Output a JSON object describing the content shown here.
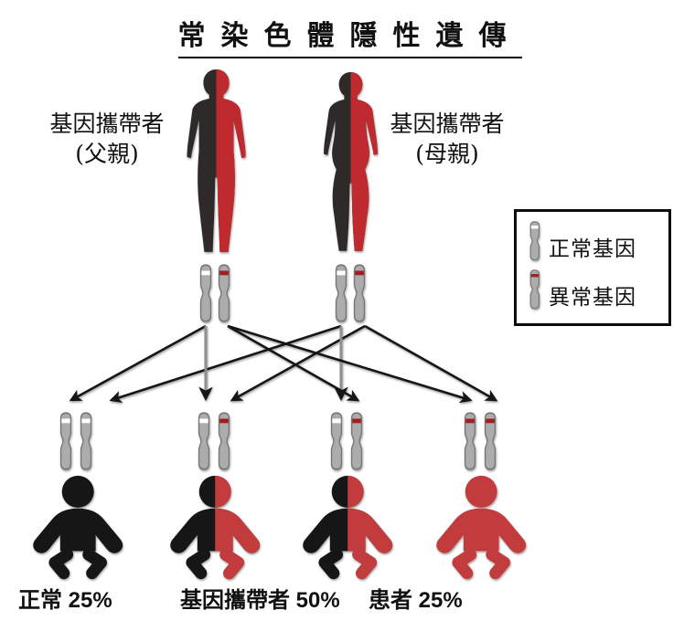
{
  "title": "常染色體隱性遺傳",
  "parents": {
    "father": {
      "role": "基因攜帶者",
      "name": "(父親)",
      "genes": [
        "normal",
        "abnormal"
      ]
    },
    "mother": {
      "role": "基因攜帶者",
      "name": "(母親)",
      "genes": [
        "normal",
        "abnormal"
      ]
    }
  },
  "legend": {
    "items": [
      {
        "gene": "normal",
        "label": "正常基因"
      },
      {
        "gene": "abnormal",
        "label": "異常基因"
      }
    ]
  },
  "children": [
    {
      "status": "normal",
      "genes": [
        "normal",
        "normal"
      ]
    },
    {
      "status": "carrier",
      "genes": [
        "normal",
        "abnormal"
      ]
    },
    {
      "status": "carrier",
      "genes": [
        "normal",
        "abnormal"
      ]
    },
    {
      "status": "affected",
      "genes": [
        "abnormal",
        "abnormal"
      ]
    }
  ],
  "outcomes": [
    {
      "label": "正常 25%"
    },
    {
      "label": "基因攜帶者 50%"
    },
    {
      "label": "患者 25%"
    }
  ],
  "colors": {
    "dark_body": "#2E2A2B",
    "red_body": "#BE2A2E",
    "baby_dark": "#161616",
    "baby_red": "#C23B3E",
    "band_normal": "#FFFFFF",
    "band_abnormal": "#A21D22",
    "chromosome_fill": "#ACACAC",
    "chromosome_stroke": "#767676"
  }
}
